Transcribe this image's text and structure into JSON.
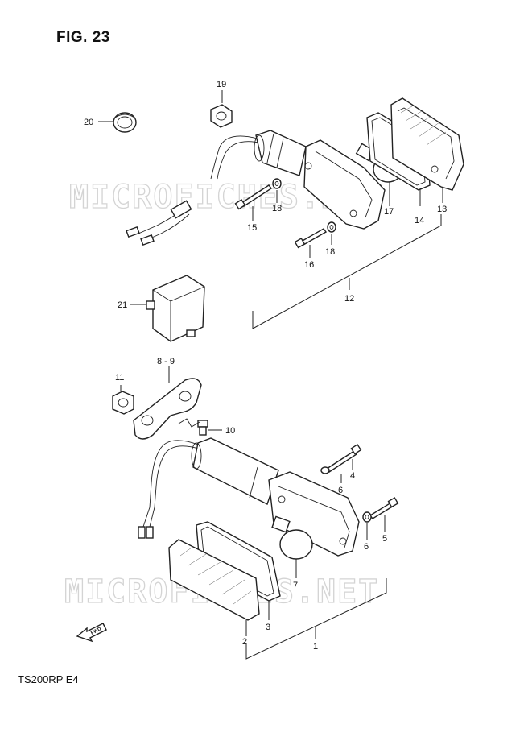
{
  "figure": {
    "title": "FIG. 23",
    "model": "TS200RP  E4"
  },
  "watermarks": [
    "MICROFICHES.NET",
    "MICROFICHES.NET"
  ],
  "fwd_label": "FWD",
  "callouts": {
    "c1": "1",
    "c2": "2",
    "c3": "3",
    "c4": "4",
    "c5": "5",
    "c6a": "6",
    "c6b": "6",
    "c7": "7",
    "c89": "8 - 9",
    "c10": "10",
    "c11": "11",
    "c12": "12",
    "c13": "13",
    "c14": "14",
    "c15": "15",
    "c16": "16",
    "c17": "17",
    "c18a": "18",
    "c18b": "18",
    "c19": "19",
    "c20": "20",
    "c21": "21"
  }
}
